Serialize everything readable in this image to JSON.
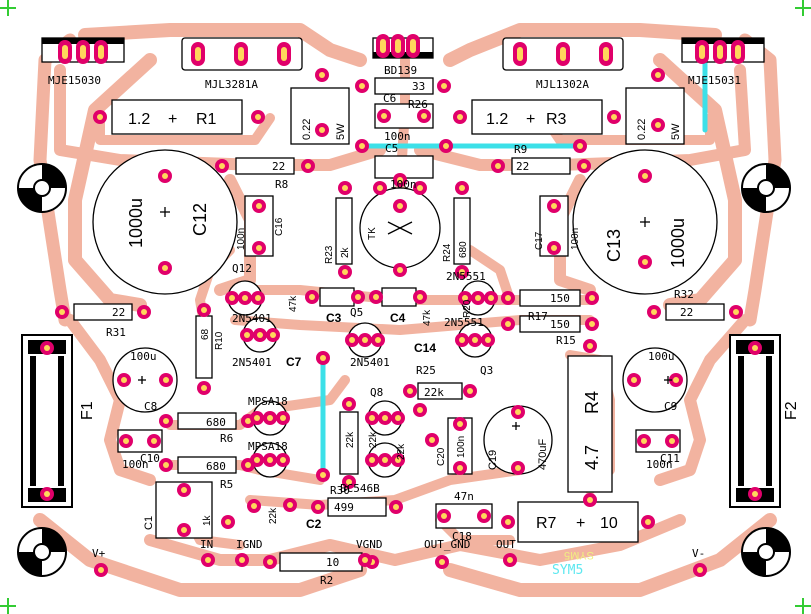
{
  "colors": {
    "copper": "#f2b3a0",
    "pad_ring": "#e0006a",
    "pad_fill": "#ffd65c",
    "jumper": "#3ce0e8",
    "outline": "#000000",
    "bold_label": "#000000",
    "mirror_text": "#f0f080",
    "sym_text": "#5ee8f0",
    "corner_mark": "#33cc33"
  },
  "transistors": {
    "mje15030": "MJE15030",
    "mjl3281a": "MJL3281A",
    "bd139": "BD139",
    "mjl1302a": "MJL1302A",
    "mje15031": "MJE15031",
    "q12": "Q12",
    "q1_type": "2N5401",
    "q5": "Q5",
    "q2_type": "2N5401",
    "q3_type": "2N5401",
    "q4_type": "2N5551",
    "q13_type": "2N5551",
    "q3": "Q3",
    "q6_type": "MPSA18",
    "q7_type": "MPSA18",
    "q8": "Q8",
    "q9_type": "BC546B"
  },
  "resistors": {
    "r1_value": "1.2",
    "r1": "R1",
    "r3_value": "1.2",
    "r3": "R3",
    "r26_value": "33",
    "r26": "R26",
    "r_left_5w": "0.22",
    "r_left_5w_rating": "5W",
    "r_right_5w": "0.22",
    "r_right_5w_rating": "5W",
    "r8_value": "22",
    "r8": "R8",
    "r9_value": "22",
    "r9": "R9",
    "r23": "R23",
    "r23_value": "2k",
    "r24": "R24",
    "r24_value": "680",
    "tk": "TK",
    "r31_value": "22",
    "r31": "R31",
    "r32": "R32",
    "r32_value": "22",
    "r10": "R10",
    "r10_value": "68",
    "r_47k_left": "47k",
    "r_47k_right": "47k",
    "r20": "R20",
    "r17_value": "150",
    "r17": "R17",
    "r15_value": "150",
    "r15": "R15",
    "r25": "R25",
    "r25_value": "22k",
    "r6_value": "680",
    "r6": "R6",
    "r5_value": "680",
    "r5": "R5",
    "r4": "R4",
    "r4_value": "4.7",
    "r22k_vert": "22k",
    "r19_value": "22k",
    "r14_value": "22k",
    "r30": "R30",
    "r30_value": "499",
    "r7": "R7",
    "r7_value": "10",
    "r2_value": "10",
    "r2": "R2",
    "r_1k": "1k"
  },
  "capacitors": {
    "c6": "C6",
    "c6_value": "100n",
    "c5": "C5",
    "c5_value": "100n",
    "c12": "C12",
    "c12_value": "1000u",
    "c13": "C13",
    "c13_value": "1000u",
    "c16": "C16",
    "c16_value": "100n",
    "c17": "C17",
    "c17_value": "100n",
    "c3": "C3",
    "c4": "C4",
    "c14": "C14",
    "c7": "C7",
    "c8": "C8",
    "c8_value": "100u",
    "c9": "C9",
    "c9_value": "100u",
    "c10": "C10",
    "c10_value": "100n",
    "c11": "C11",
    "c11_value": "100n",
    "c19": "C19",
    "c19_value": "470uF",
    "c20": "C20",
    "c_100n_mid": "100n",
    "c18": "C18",
    "c18_value": "47n",
    "c1": "C1",
    "c2": "C2"
  },
  "fuses": {
    "f1": "F1",
    "f2": "F2"
  },
  "connectors": {
    "v_plus": "V+",
    "in": "IN",
    "ignd": "IGND",
    "vgnd": "VGND",
    "out_gnd": "OUT_GND",
    "out": "OUT",
    "v_minus": "V-"
  },
  "board_marks": {
    "sym5_mirrored": "SYM5",
    "sym5": "SYM5"
  }
}
